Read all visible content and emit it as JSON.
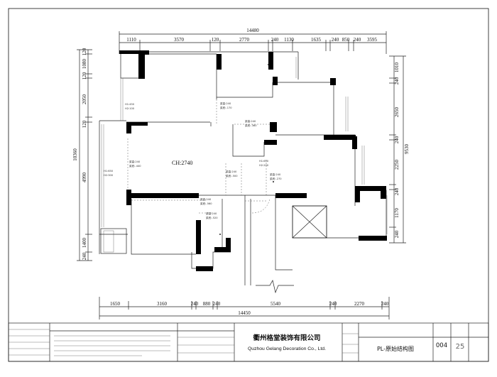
{
  "dimensions": {
    "top_total": "14480",
    "top_segments": [
      "1110",
      "3570",
      "120",
      "2770",
      "240",
      "1130",
      "1635",
      "240",
      "850",
      "240",
      "3595"
    ],
    "bottom_total": "14450",
    "bottom_segments": [
      "1650",
      "3160",
      "240",
      "880",
      "240",
      "5540",
      "240",
      "2270",
      "240"
    ],
    "left_total": "10360",
    "left_segments": [
      "120",
      "1080",
      "120",
      "2050",
      "120",
      "4990",
      "1400",
      "240"
    ],
    "right_total": "9530",
    "right_segments": [
      "1010",
      "240",
      "2650",
      "240",
      "2250",
      "240",
      "1170",
      "240"
    ]
  },
  "plan": {
    "ceiling_height_label": "CH:2740",
    "notes": [
      "梁高:240",
      "梁底:-170",
      "梁高:240",
      "梁底:-360",
      "梁高:240",
      "梁底:-440",
      "梁高:240",
      "梁底:-500",
      "梁高:240",
      "梁底:-270",
      "梁高:240",
      "梁底:-560",
      "梁高:240",
      "梁底:-520",
      "H1:450",
      "H2:100",
      "H1:650",
      "H2:300",
      "H1:650",
      "H2:200"
    ]
  },
  "title_block": {
    "company_cn": "衢州格堂装饰有限公司",
    "company_en": "Quzhou Gelang Decoration Co., Ltd.",
    "drawing_title": "PL-原始结构图",
    "drawing_number": "004",
    "page_number": "25"
  }
}
